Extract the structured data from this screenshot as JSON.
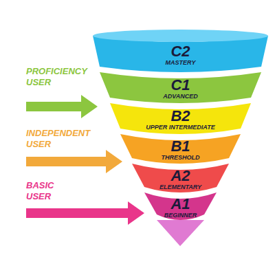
{
  "diagram": {
    "nodes": [
      {
        "text": [
          "C2",
          "MASTERY"
        ]
      },
      {
        "text": [
          "C1",
          "ADVANCED"
        ]
      },
      {
        "text": [
          "B2",
          "UPPER INTERMEDIATE"
        ]
      },
      {
        "text": [
          "B1",
          "THRESHOLD"
        ]
      },
      {
        "text": [
          "A2",
          "ELEMENTARY"
        ]
      },
      {
        "text": [
          "A1",
          "BEGINNER"
        ]
      }
    ],
    "labels": [
      "PROFICIENCY USER",
      "INDEPENDENT USER",
      "BASIC USER"
    ]
  }
}
